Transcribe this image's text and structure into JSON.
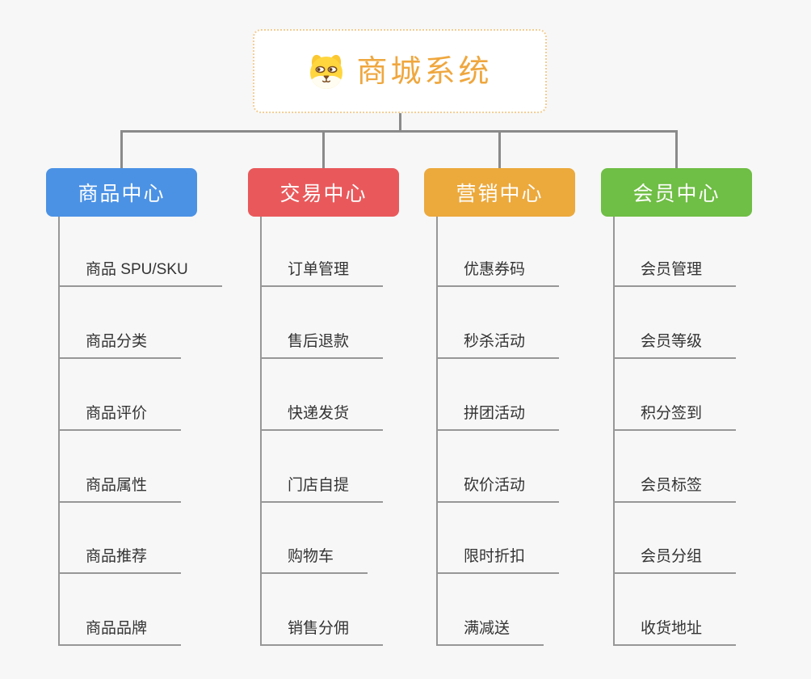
{
  "root": {
    "title": "商城系统",
    "icon": "dog-face-icon"
  },
  "branches": [
    {
      "label": "商品中心",
      "color": "#4b92e5",
      "items": [
        "商品 SPU/SKU",
        "商品分类",
        "商品评价",
        "商品属性",
        "商品推荐",
        "商品品牌"
      ]
    },
    {
      "label": "交易中心",
      "color": "#e9595b",
      "items": [
        "订单管理",
        "售后退款",
        "快递发货",
        "门店自提",
        "购物车",
        "销售分佣"
      ]
    },
    {
      "label": "营销中心",
      "color": "#eca93c",
      "items": [
        "优惠券码",
        "秒杀活动",
        "拼团活动",
        "砍价活动",
        "限时折扣",
        "满减送"
      ]
    },
    {
      "label": "会员中心",
      "color": "#6fbe45",
      "items": [
        "会员管理",
        "会员等级",
        "积分签到",
        "会员标签",
        "会员分组",
        "收货地址"
      ]
    }
  ],
  "colors": {
    "canvas_bg": "#f7f7f7",
    "connector": "#8a8a8a",
    "leaf_line": "#979797",
    "leaf_text": "#333333",
    "root_text": "#efa73e",
    "root_border": "#f2cd95"
  }
}
